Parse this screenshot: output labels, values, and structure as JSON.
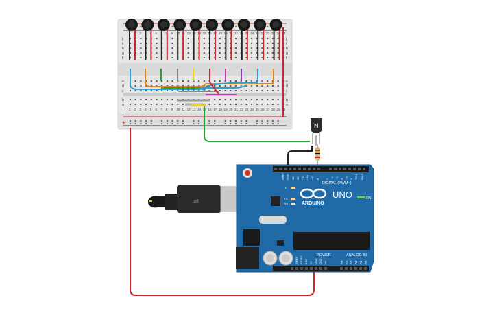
{
  "breadboard": {
    "column_numbers": [
      "1",
      "2",
      "3",
      "4",
      "5",
      "6",
      "7",
      "8",
      "9",
      "10",
      "11",
      "12",
      "13",
      "14",
      "15",
      "16",
      "17",
      "18",
      "19",
      "20",
      "21",
      "22",
      "23",
      "24",
      "25",
      "26",
      "27",
      "28",
      "29",
      "30"
    ],
    "row_letters_top": [
      "j",
      "i",
      "h",
      "g",
      "f"
    ],
    "row_letters_bottom": [
      "e",
      "d",
      "c",
      "b",
      "a"
    ],
    "rail_plus": "+",
    "rail_minus": "-"
  },
  "transistor": {
    "label": "N"
  },
  "arduino": {
    "model": "UNO",
    "brand": "ARDUINO",
    "on_label": "ON",
    "digital_header": "DIGITAL (PWM~)",
    "digital_pins": [
      "AREF",
      "GND",
      "13",
      "12",
      "~11",
      "~10",
      "~9",
      "8",
      "7",
      "~6",
      "~5",
      "4",
      "~3",
      "2",
      "TX 1",
      "RX 0"
    ],
    "led_labels": [
      "L",
      "TX",
      "RX"
    ],
    "power_header": "POWER",
    "power_pins": [
      "IOREF",
      "RESET",
      "3.3V",
      "5V",
      "GND",
      "GND",
      "Vin"
    ],
    "analog_header": "ANALOG IN",
    "analog_pins": [
      "A0",
      "A1",
      "A2",
      "A3",
      "A4",
      "A5"
    ]
  },
  "colors": {
    "board_blue": "#1f6aa7",
    "wire_red": "#d1232a",
    "wire_green": "#27a33a",
    "wire_black": "#222222"
  },
  "motor_count": 10
}
